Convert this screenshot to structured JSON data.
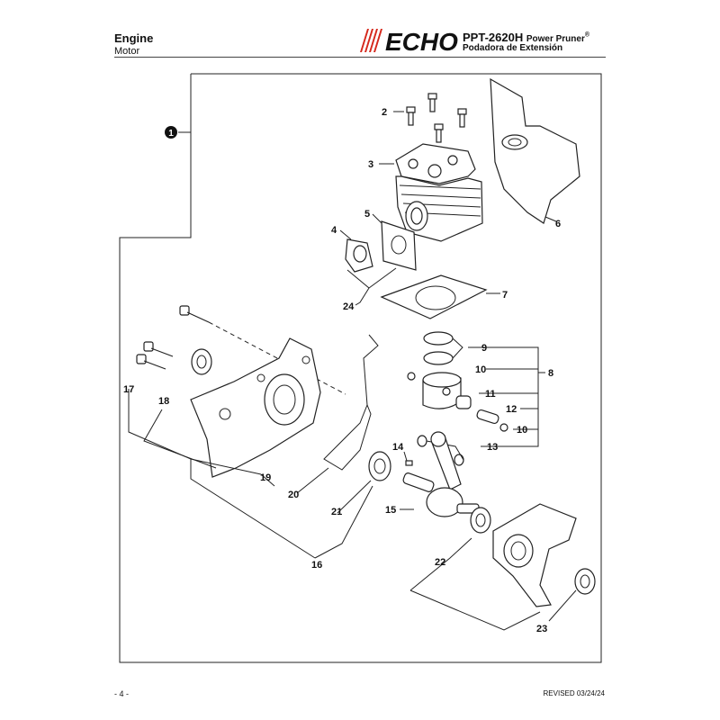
{
  "header": {
    "section_title": "Engine",
    "section_title_es": "Motor",
    "brand": "ECHO",
    "model": "PPT-2620H",
    "product_name": "Power Pruner",
    "registered_mark": "®",
    "product_name_es": "Podadora de Extensión"
  },
  "footer": {
    "page_number": "- 4 -",
    "revision": "REVISED 03/24/24"
  },
  "assembly_marker": "1",
  "callouts": {
    "c2": "2",
    "c3": "3",
    "c4": "4",
    "c5": "5",
    "c6": "6",
    "c7": "7",
    "c8": "8",
    "c9": "9",
    "c10a": "10",
    "c10b": "10",
    "c11": "11",
    "c12": "12",
    "c13": "13",
    "c14": "14",
    "c15": "15",
    "c16": "16",
    "c17": "17",
    "c18": "18",
    "c19": "19",
    "c20": "20",
    "c21": "21",
    "c22": "22",
    "c23": "23",
    "c24": "24"
  },
  "colors": {
    "brand_red": "#d5281c",
    "ink": "#111111"
  }
}
